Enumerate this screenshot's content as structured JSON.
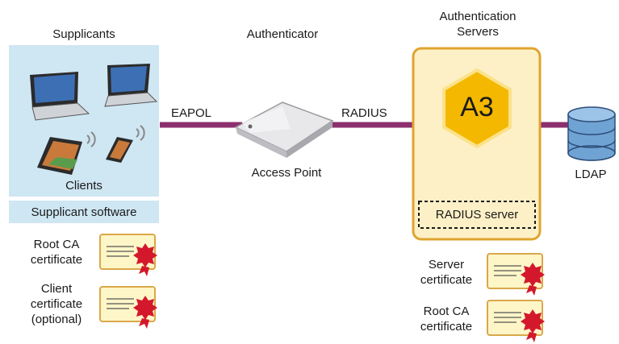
{
  "columns": {
    "supplicants": "Supplicants",
    "authenticator": "Authenticator",
    "auth_servers": "Authentication Servers"
  },
  "links": {
    "eapol": "EAPOL",
    "radius": "RADIUS"
  },
  "nodes": {
    "clients": "Clients",
    "supplicant_software": "Supplicant software",
    "access_point": "Access Point",
    "a3": "A3",
    "radius_server": "RADIUS server",
    "ldap": "LDAP"
  },
  "certificates": {
    "client_root_ca": "Root CA certificate",
    "client_cert": "Client certificate (optional)",
    "server_cert": "Server certificate",
    "server_root_ca": "Root CA certificate"
  },
  "colors": {
    "link_line": "#8c2f6e",
    "client_panel": "#cfe6f3",
    "server_panel": "#fdf0c6",
    "server_border": "#e0a430",
    "a3_hex": "#f4b800",
    "ldap_db": "#6fa3d4"
  }
}
